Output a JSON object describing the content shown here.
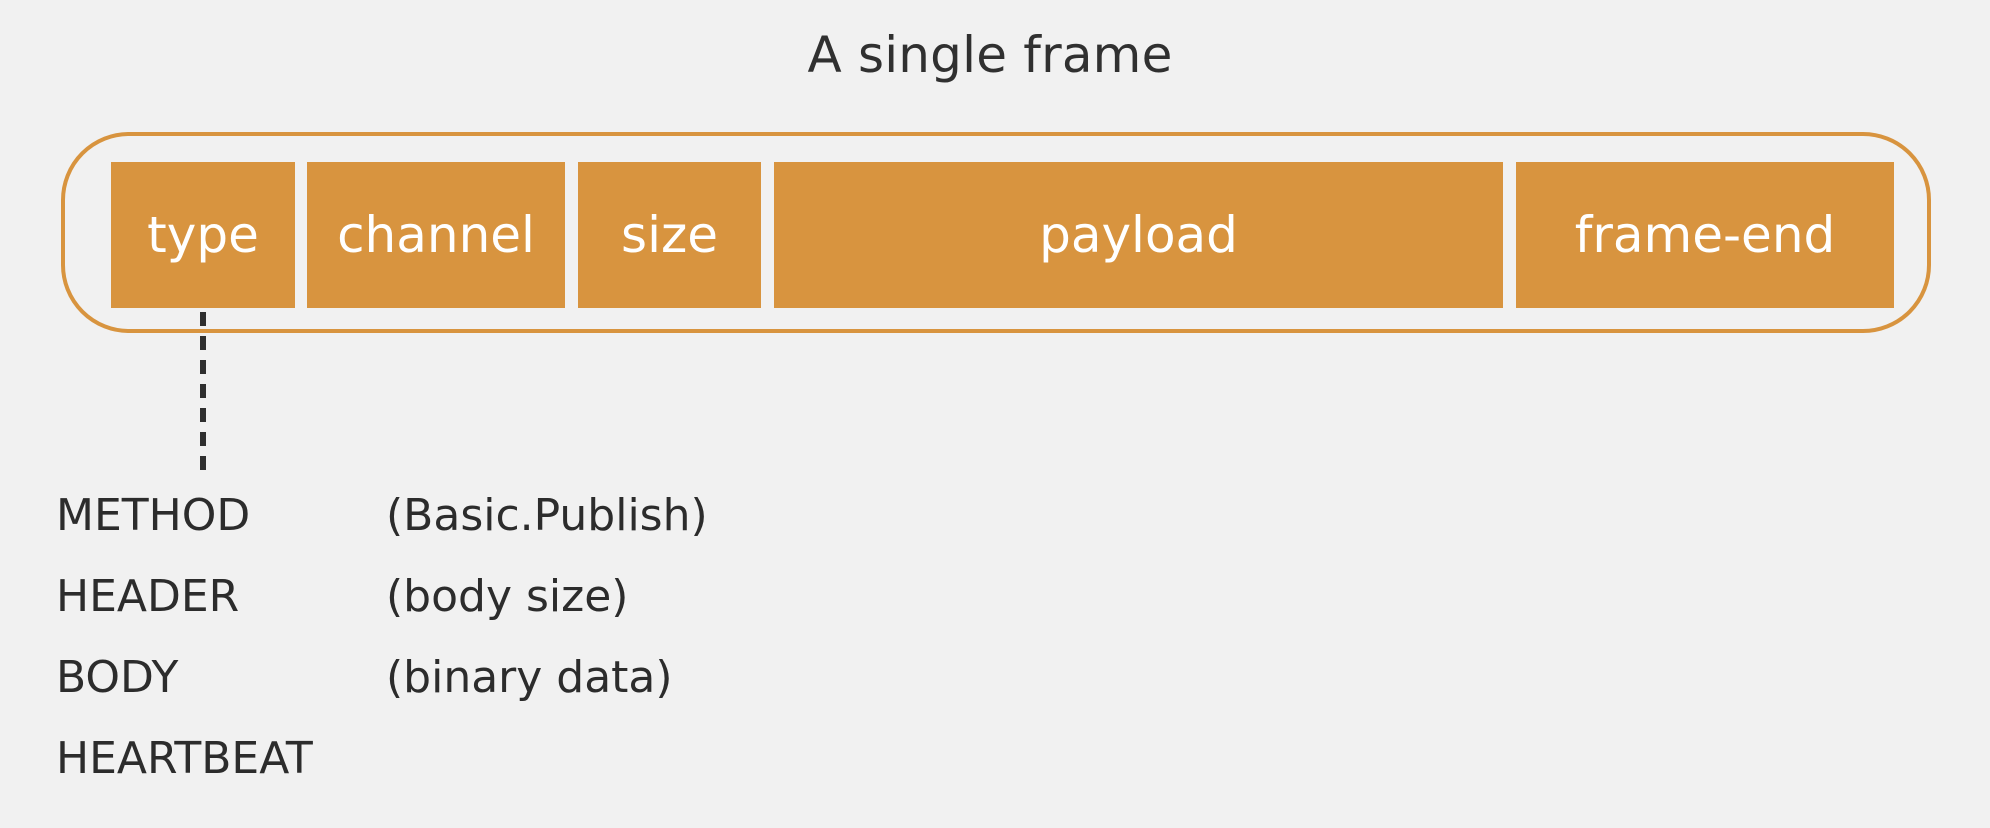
{
  "title": "A single frame",
  "colors": {
    "accent": "#d8943f",
    "field_text": "#ffffff",
    "text": "#2f2f2f",
    "background": "#f1f1f1"
  },
  "frame": {
    "fields": [
      {
        "label": "type"
      },
      {
        "label": "channel"
      },
      {
        "label": "size"
      },
      {
        "label": "payload"
      },
      {
        "label": "frame-end"
      }
    ]
  },
  "type_values": [
    {
      "name": "METHOD",
      "description": "(Basic.Publish)"
    },
    {
      "name": "HEADER",
      "description": "(body size)"
    },
    {
      "name": "BODY",
      "description": "(binary data)"
    },
    {
      "name": "HEARTBEAT",
      "description": ""
    }
  ]
}
